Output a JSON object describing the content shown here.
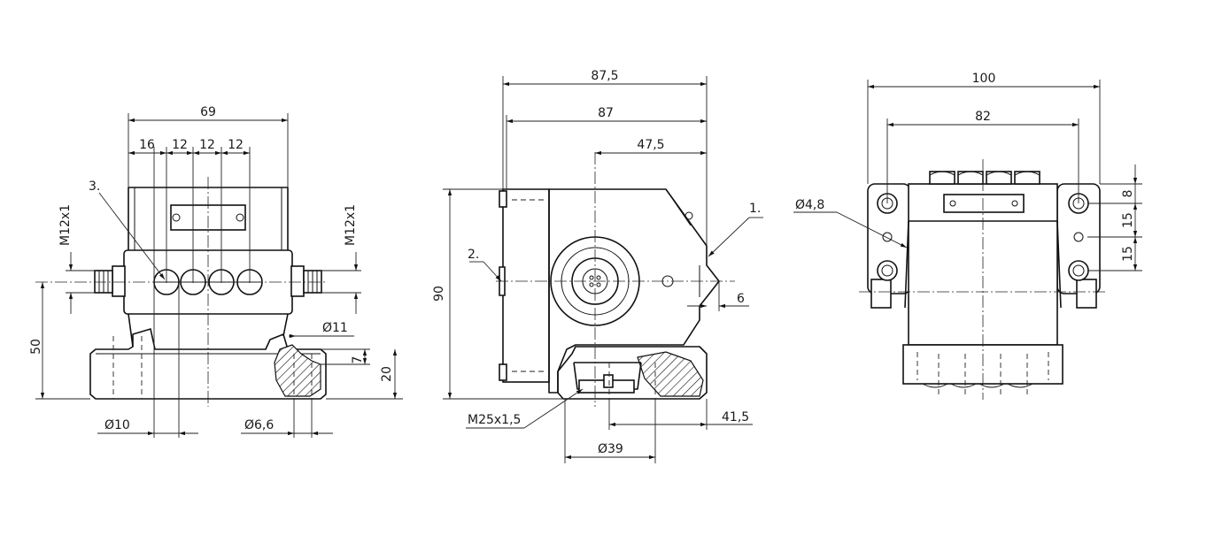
{
  "front_view": {
    "dims": {
      "width_total": "69",
      "pitch_first": "16",
      "pitch_a": "12",
      "pitch_b": "12",
      "pitch_c": "12",
      "thread_left": "M12x1",
      "thread_right": "M12x1",
      "height_axis": "50",
      "bore_large": "Ø11",
      "bore_depth": "7",
      "base_height": "20",
      "hole_small": "Ø10",
      "hole_mount": "Ø6,6"
    },
    "callouts": {
      "led_row": "3."
    }
  },
  "side_view": {
    "dims": {
      "length_overall": "87,5",
      "length_body": "87",
      "axis_offset": "47,5",
      "height_total": "90",
      "tip": "6",
      "cable_offset": "41,5",
      "gland_diameter": "Ø39",
      "gland_thread": "M25x1,5"
    },
    "callouts": {
      "actuator": "1.",
      "cover": "2."
    }
  },
  "rear_view": {
    "dims": {
      "width_flange": "100",
      "hole_spacing": "82",
      "hole_diameter": "Ø4,8",
      "offset_top": "8",
      "spacing_mid": "15",
      "spacing_low": "15"
    }
  }
}
